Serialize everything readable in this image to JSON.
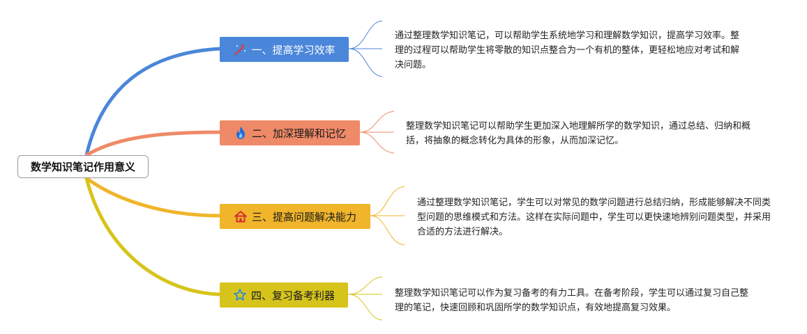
{
  "root": {
    "label": "数学知识笔记作用意义"
  },
  "branches": [
    {
      "label": "一、提高学习效率",
      "icon": "magic-wand-icon",
      "color": "#4a86d9",
      "text": "通过整理数学知识笔记，可以帮助学生系统地学习和理解数学知识，提高学习效率。整理的过程可以帮助学生将零散的知识点整合为一个有机的整体，更轻松地应对考试和解决问题。"
    },
    {
      "label": "二、加深理解和记忆",
      "icon": "flame-icon",
      "color": "#ef8a68",
      "text": "整理数学知识笔记可以帮助学生更加深入地理解所学的数学知识，通过总结、归纳和概括，将抽象的概念转化为具体的形象，从而加深记忆。"
    },
    {
      "label": "三、提高问题解决能力",
      "icon": "house-icon",
      "color": "#f0b52a",
      "text": "通过整理数学知识笔记，学生可以对常见的数学问题进行总结归纳，形成能够解决不同类型问题的思维模式和方法。这样在实际问题中，学生可以更快速地辨别问题类型，并采用合适的方法进行解决。"
    },
    {
      "label": "四、复习备考利器",
      "icon": "star-icon",
      "color": "#d6c41c",
      "text": "整理数学知识笔记可以作为复习备考的有力工具。在备考阶段，学生可以通过复习自己整理的笔记，快速回顾和巩固所学的数学知识点，有效地提高复习效果。"
    }
  ]
}
